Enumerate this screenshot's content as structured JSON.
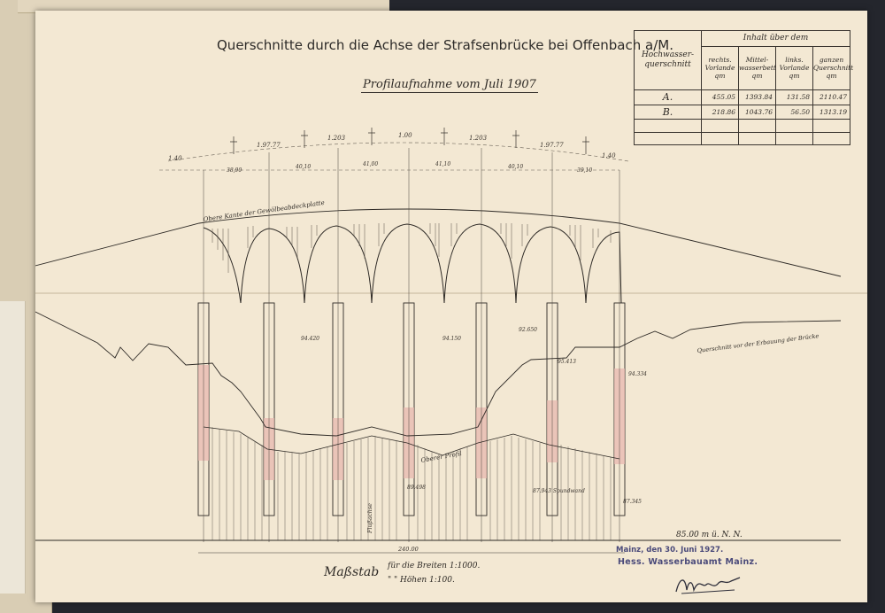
{
  "title": "Querschnitte durch die Achse der Strafsenbrücke bei Offenbach a/M.",
  "subtitle": "Profilaufnahme vom Juli 1907",
  "table": {
    "col_first": "Hochwasser-querschnitt",
    "col_group": "Inhalt über dem",
    "cols": [
      "rechts. Vorlande qm",
      "Mittel-wasserbett qm",
      "links. Vorlande qm",
      "ganzen Querschnitt qm"
    ],
    "rows": [
      {
        "label": "A.",
        "values": [
          "455.05",
          "1393.84",
          "131.58",
          "2110.47"
        ]
      },
      {
        "label": "B.",
        "values": [
          "218.86",
          "1043.76",
          "56.50",
          "1313.19"
        ]
      }
    ]
  },
  "drawing": {
    "arch_label": "Obere Kante der Gewölbeabdeckplatte",
    "ground_label": "Querschnitt vor der Erbauung der Brücke",
    "profile_label": "Oberer Profil",
    "river_axis": "Flußachse",
    "spans": [
      "1.40",
      "1.97.77",
      "1.203",
      "1.00",
      "1.203",
      "1.97.77",
      "1.40"
    ],
    "widths": [
      "38,90",
      "40,10",
      "41,00",
      "41,10",
      "40,10",
      "39,10"
    ],
    "levels": [
      "94.420",
      "94.150",
      "92.650",
      "95.413",
      "94.334",
      "89.498",
      "87.345"
    ],
    "base_value": "85.00 m ü. N. N.",
    "total_width": "240.00",
    "sondage": "87.943 Spundwand"
  },
  "scale": {
    "label": "Maßstab",
    "row1": "für die Breiten 1:1000.",
    "row2": "\" \" Höhen 1:100."
  },
  "stamp": {
    "date": "Mainz, den 30. Juni 1927.",
    "office": "Hess. Wasserbauamt Mainz."
  }
}
